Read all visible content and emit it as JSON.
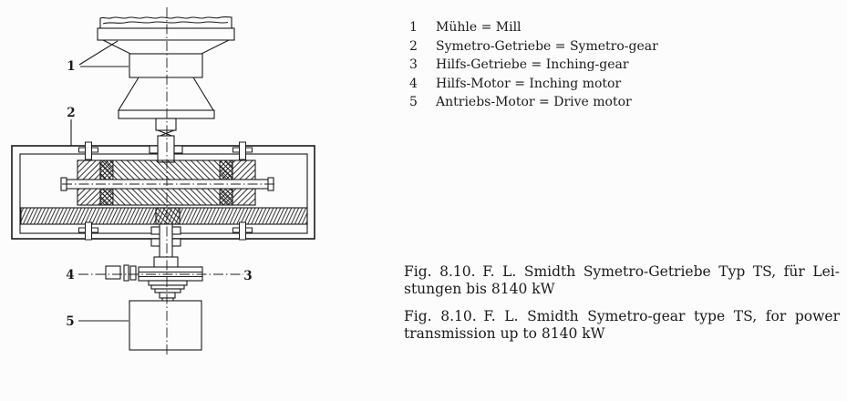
{
  "colors": {
    "ink": "#1b1b1b",
    "paper": "#fcfcfc"
  },
  "legend": {
    "items": [
      {
        "num": "1",
        "label": "Mühle = Mill"
      },
      {
        "num": "2",
        "label": "Symetro-Getriebe = Symetro-gear"
      },
      {
        "num": "3",
        "label": "Hilfs-Getriebe = Inching-gear"
      },
      {
        "num": "4",
        "label": "Hilfs-Motor = Inching motor"
      },
      {
        "num": "5",
        "label": "Antriebs-Motor = Drive motor"
      }
    ]
  },
  "captions": {
    "german": {
      "line1": "Fig. 8.10. F. L. Smidth Symetro-Getriebe Typ TS, für Lei-",
      "line2": "stungen bis 8140 kW"
    },
    "english": {
      "line1": "Fig. 8.10. F. L. Smidth Symetro-gear type TS, for power",
      "line2": "transmission up to 8140 kW"
    }
  },
  "diagram": {
    "callouts": [
      "1",
      "2",
      "3",
      "4",
      "5"
    ]
  }
}
